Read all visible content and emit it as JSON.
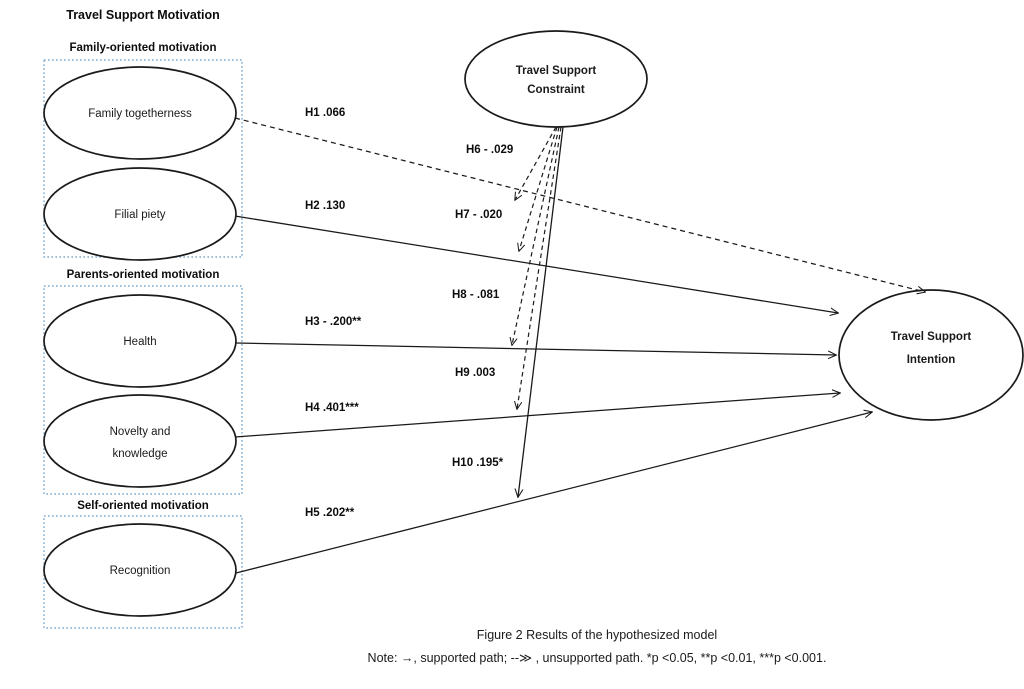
{
  "figure": {
    "section_title": "Travel Support Motivation",
    "caption_title": "Figure 2 Results of the hypothesized model",
    "caption_note": "Note: →, supported path;  --≫ , unsupported path. *p <0.05, **p <0.01, ***p <0.001."
  },
  "colors": {
    "group_box_border": "#7ba7d0",
    "node_stroke": "#1a1a1a",
    "text": "#1a1a1a",
    "background": "#ffffff"
  },
  "groups": [
    {
      "id": "family",
      "title": "Family-oriented motivation"
    },
    {
      "id": "parents",
      "title": "Parents-oriented motivation"
    },
    {
      "id": "self",
      "title": "Self-oriented motivation"
    }
  ],
  "nodes": {
    "family_togetherness": {
      "label": "Family togetherness"
    },
    "filial_piety": {
      "label": "Filial piety"
    },
    "health": {
      "label": "Health"
    },
    "novelty_knowledge": {
      "label_line1": "Novelty and",
      "label_line2": "knowledge"
    },
    "recognition": {
      "label": "Recognition"
    },
    "constraint": {
      "label_line1": "Travel Support",
      "label_line2": "Constraint"
    },
    "intention": {
      "label_line1": "Travel Support",
      "label_line2": "Intention"
    }
  },
  "chart_data": {
    "type": "diagram",
    "title": "Figure 2 Results of the hypothesized model",
    "direct_paths": [
      {
        "id": "H1",
        "from": "family_togetherness",
        "to": "intention",
        "label": "H1 .066",
        "coefficient": 0.066,
        "significance": "",
        "supported": false,
        "line": "dashed"
      },
      {
        "id": "H2",
        "from": "filial_piety",
        "to": "intention",
        "label": "H2 .130",
        "coefficient": 0.13,
        "significance": "",
        "supported": true,
        "line": "solid"
      },
      {
        "id": "H3",
        "from": "health",
        "to": "intention",
        "label": "H3 - .200**",
        "coefficient": -0.2,
        "significance": "**",
        "supported": true,
        "line": "solid"
      },
      {
        "id": "H4",
        "from": "novelty_knowledge",
        "to": "intention",
        "label": "H4 .401***",
        "coefficient": 0.401,
        "significance": "***",
        "supported": true,
        "line": "solid"
      },
      {
        "id": "H5",
        "from": "recognition",
        "to": "intention",
        "label": "H5 .202**",
        "coefficient": 0.202,
        "significance": "**",
        "supported": true,
        "line": "solid"
      }
    ],
    "moderation_paths": [
      {
        "id": "H6",
        "from": "constraint",
        "to": "H1",
        "label": "H6 - .029",
        "coefficient": -0.029,
        "significance": "",
        "supported": false,
        "line": "dashed"
      },
      {
        "id": "H7",
        "from": "constraint",
        "to": "H2",
        "label": "H7 - .020",
        "coefficient": -0.02,
        "significance": "",
        "supported": false,
        "line": "dashed"
      },
      {
        "id": "H8",
        "from": "constraint",
        "to": "H3",
        "label": "H8 - .081",
        "coefficient": -0.081,
        "significance": "",
        "supported": false,
        "line": "dashed"
      },
      {
        "id": "H9",
        "from": "constraint",
        "to": "H4",
        "label": "H9 .003",
        "coefficient": 0.003,
        "significance": "",
        "supported": false,
        "line": "dashed"
      },
      {
        "id": "H10",
        "from": "constraint",
        "to": "H5",
        "label": "H10 .195*",
        "coefficient": 0.195,
        "significance": "*",
        "supported": true,
        "line": "solid"
      }
    ],
    "legend": {
      "supported": "→, supported path",
      "unsupported": "--≫ , unsupported path",
      "p_levels": [
        "*p <0.05",
        "**p <0.01",
        "***p <0.001"
      ]
    }
  }
}
